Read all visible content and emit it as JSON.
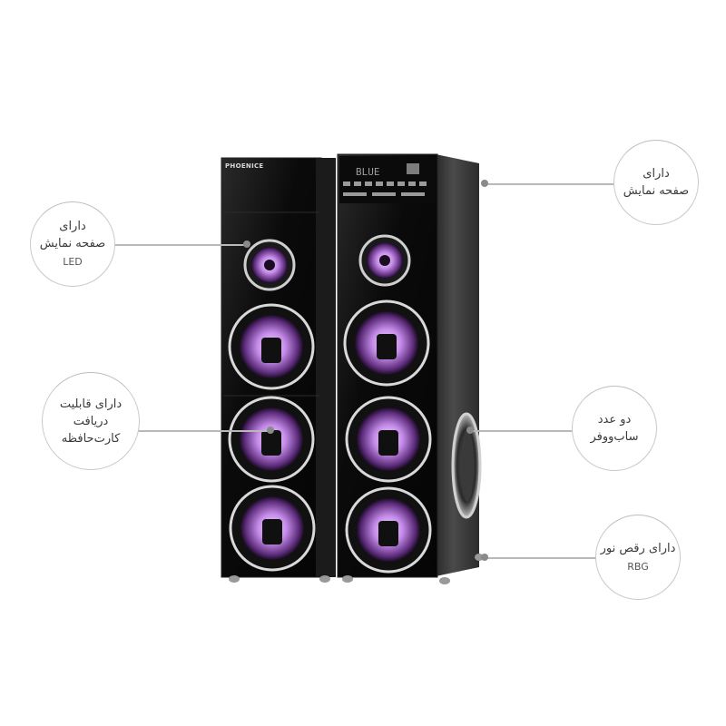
{
  "callouts": {
    "led_display": {
      "line1": "دارای",
      "line2": "صفحه نمایش",
      "sub": "LED"
    },
    "display_screen": {
      "line1": "دارای",
      "line2": "صفحه نمایش"
    },
    "memory_card": {
      "line1": "دارای قابلیت",
      "line2": "دریافت",
      "line3": "کارت‌حافظه"
    },
    "subwoofer": {
      "line1": "دو عدد",
      "line2": "ساب‌ووفر"
    },
    "rgb_light": {
      "line1": "دارای رقص نور",
      "sub": "RBG"
    }
  },
  "speaker": {
    "brand": "PHOENICE",
    "display_text": "BLUE"
  },
  "colors": {
    "cabinet": "#0d0d0d",
    "wood_side": "#3e3e3e",
    "glow": "#c48be8",
    "ring": "#d9d9d9"
  }
}
